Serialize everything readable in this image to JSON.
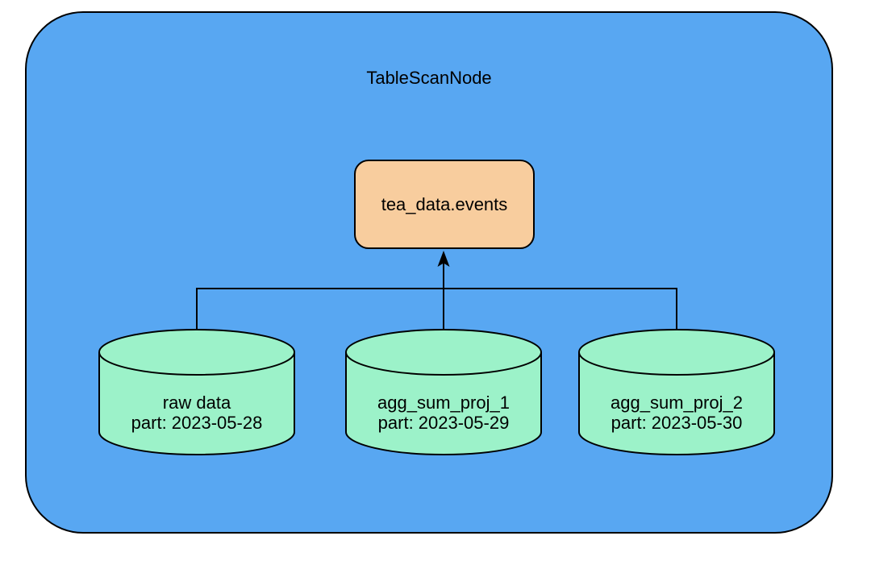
{
  "diagram": {
    "title": "TableScanNode",
    "table_node": {
      "label": "tea_data.events"
    },
    "partitions": [
      {
        "name": "raw data",
        "partition": "part: 2023-05-28"
      },
      {
        "name": "agg_sum_proj_1",
        "partition": "part: 2023-05-29"
      },
      {
        "name": "agg_sum_proj_2",
        "partition": "part: 2023-05-30"
      }
    ],
    "colors": {
      "container_fill": "#58A7F2",
      "table_node_fill": "#F8CD9E",
      "cylinder_fill": "#9CF2C9",
      "stroke": "#000000",
      "text": "#000000",
      "page_background": "#FFFFFF"
    }
  }
}
